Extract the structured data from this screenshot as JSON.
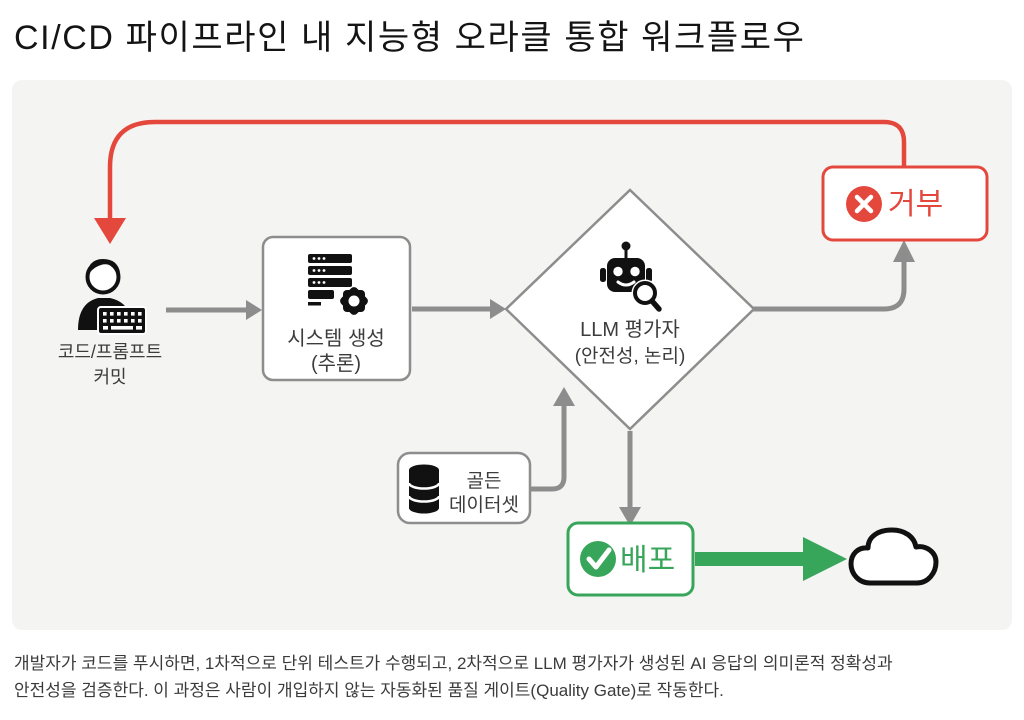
{
  "title": "CI/CD 파이프라인 내 지능형 오라클 통합 워크플로우",
  "colors": {
    "red": "#e4483d",
    "green": "#38a65a",
    "gray": "#8d8d8d",
    "panel": "#f4f4f2",
    "label": "#3c3c3c"
  },
  "nodes": {
    "commit": {
      "line1": "코드/프롬프트",
      "line2": "커밋"
    },
    "system": {
      "line1": "시스템 생성",
      "line2": "(추론)"
    },
    "evaluator": {
      "line1": "LLM 평가자",
      "line2": "(안전성, 논리)"
    },
    "reject": {
      "label": "거부"
    },
    "golden": {
      "line1": "골든",
      "line2": "데이터셋"
    },
    "deploy": {
      "label": "배포"
    }
  },
  "caption": {
    "line1": "개발자가 코드를 푸시하면, 1차적으로 단위 테스트가 수행되고, 2차적으로 LLM 평가자가 생성된 AI 응답의 의미론적 정확성과",
    "line2": "안전성을 검증한다. 이 과정은 사람이 개입하지 않는 자동화된 품질 게이트(Quality Gate)로 작동한다."
  }
}
